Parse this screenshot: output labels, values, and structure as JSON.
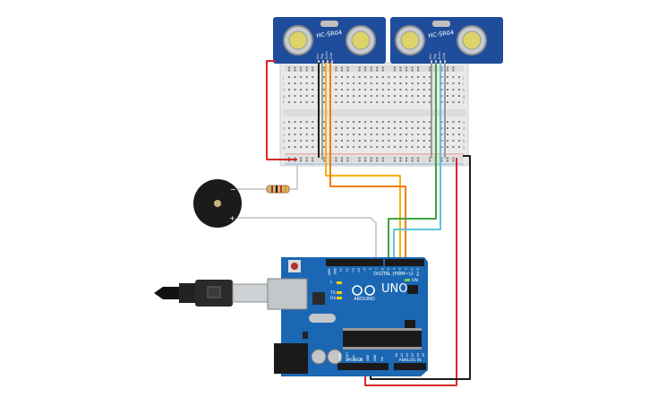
{
  "sensors": [
    {
      "model": "HC-SR04",
      "pins": [
        "Vcc",
        "Trig",
        "Echo",
        "Gnd"
      ]
    },
    {
      "model": "HC-SR04",
      "pins": [
        "Vcc",
        "Trig",
        "Echo",
        "Gnd"
      ]
    }
  ],
  "breadboard": {
    "row_letters_top": [
      "j",
      "i",
      "h",
      "g",
      "f"
    ],
    "row_letters_bottom": [
      "e",
      "d",
      "c",
      "b",
      "a"
    ]
  },
  "arduino": {
    "logo_text": "ARDUINO",
    "model": "UNO",
    "digital_label": "DIGITAL (PWM~)",
    "power_label": "POWER",
    "analog_label": "ANALOG IN",
    "on_label": "ON",
    "tx_label": "TX",
    "rx_label": "RX",
    "l_label": "L",
    "digital_pins": [
      "AREF",
      "GND",
      "13",
      "12",
      "~11",
      "~10",
      "~9",
      "8",
      "7",
      "~6",
      "~5",
      "4",
      "~3",
      "2",
      "TX→1",
      "RX←0"
    ],
    "power_pins": [
      "IOREF",
      "RESET",
      "3.3V",
      "5V",
      "GND",
      "GND",
      "Vin"
    ],
    "analog_pins": [
      "A0",
      "A1",
      "A2",
      "A3",
      "A4",
      "A5"
    ]
  },
  "buzzer": {
    "minus_label": "−",
    "plus_label": "+"
  },
  "colors": {
    "sensor_pcb": "#1f4d9b",
    "arduino_pcb": "#1b67b3",
    "wire_red": "#d62828",
    "wire_black": "#1c1c1c",
    "wire_yellow": "#f2b600",
    "wire_orange": "#ef7d00",
    "wire_green": "#3fa33f",
    "wire_cyan": "#5ec3d8",
    "wire_white": "#d0d0d0",
    "wire_gray": "#9a9a9a"
  }
}
